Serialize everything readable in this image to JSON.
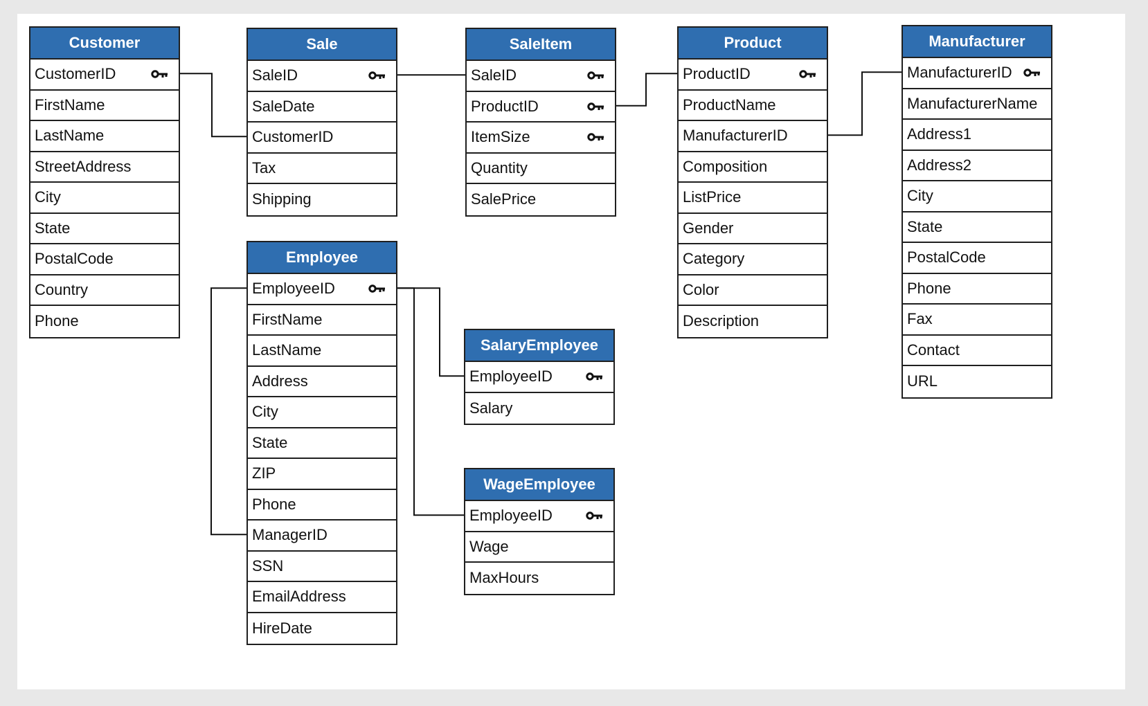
{
  "entities": [
    {
      "id": "customer",
      "name": "Customer",
      "fields": [
        {
          "name": "CustomerID",
          "pk": true
        },
        {
          "name": "FirstName",
          "pk": false
        },
        {
          "name": "LastName",
          "pk": false
        },
        {
          "name": "StreetAddress",
          "pk": false
        },
        {
          "name": "City",
          "pk": false
        },
        {
          "name": "State",
          "pk": false
        },
        {
          "name": "PostalCode",
          "pk": false
        },
        {
          "name": "Country",
          "pk": false
        },
        {
          "name": "Phone",
          "pk": false
        }
      ]
    },
    {
      "id": "sale",
      "name": "Sale",
      "fields": [
        {
          "name": "SaleID",
          "pk": true
        },
        {
          "name": "SaleDate",
          "pk": false
        },
        {
          "name": "CustomerID",
          "pk": false
        },
        {
          "name": "Tax",
          "pk": false
        },
        {
          "name": "Shipping",
          "pk": false
        }
      ]
    },
    {
      "id": "saleitem",
      "name": "SaleItem",
      "fields": [
        {
          "name": "SaleID",
          "pk": true
        },
        {
          "name": "ProductID",
          "pk": true
        },
        {
          "name": "ItemSize",
          "pk": true
        },
        {
          "name": "Quantity",
          "pk": false
        },
        {
          "name": "SalePrice",
          "pk": false
        }
      ]
    },
    {
      "id": "product",
      "name": "Product",
      "fields": [
        {
          "name": "ProductID",
          "pk": true
        },
        {
          "name": "ProductName",
          "pk": false
        },
        {
          "name": "ManufacturerID",
          "pk": false
        },
        {
          "name": "Composition",
          "pk": false
        },
        {
          "name": "ListPrice",
          "pk": false
        },
        {
          "name": "Gender",
          "pk": false
        },
        {
          "name": "Category",
          "pk": false
        },
        {
          "name": "Color",
          "pk": false
        },
        {
          "name": "Description",
          "pk": false
        }
      ]
    },
    {
      "id": "manufacturer",
      "name": "Manufacturer",
      "fields": [
        {
          "name": "ManufacturerID",
          "pk": true
        },
        {
          "name": "ManufacturerName",
          "pk": false
        },
        {
          "name": "Address1",
          "pk": false
        },
        {
          "name": "Address2",
          "pk": false
        },
        {
          "name": "City",
          "pk": false
        },
        {
          "name": "State",
          "pk": false
        },
        {
          "name": "PostalCode",
          "pk": false
        },
        {
          "name": "Phone",
          "pk": false
        },
        {
          "name": "Fax",
          "pk": false
        },
        {
          "name": "Contact",
          "pk": false
        },
        {
          "name": "URL",
          "pk": false
        }
      ]
    },
    {
      "id": "employee",
      "name": "Employee",
      "fields": [
        {
          "name": "EmployeeID",
          "pk": true
        },
        {
          "name": "FirstName",
          "pk": false
        },
        {
          "name": "LastName",
          "pk": false
        },
        {
          "name": "Address",
          "pk": false
        },
        {
          "name": "City",
          "pk": false
        },
        {
          "name": "State",
          "pk": false
        },
        {
          "name": "ZIP",
          "pk": false
        },
        {
          "name": "Phone",
          "pk": false
        },
        {
          "name": "ManagerID",
          "pk": false
        },
        {
          "name": "SSN",
          "pk": false
        },
        {
          "name": "EmailAddress",
          "pk": false
        },
        {
          "name": "HireDate",
          "pk": false
        }
      ]
    },
    {
      "id": "salaryemployee",
      "name": "SalaryEmployee",
      "fields": [
        {
          "name": "EmployeeID",
          "pk": true
        },
        {
          "name": "Salary",
          "pk": false
        }
      ]
    },
    {
      "id": "wageemployee",
      "name": "WageEmployee",
      "fields": [
        {
          "name": "EmployeeID",
          "pk": true
        },
        {
          "name": "Wage",
          "pk": false
        },
        {
          "name": "MaxHours",
          "pk": false
        }
      ]
    }
  ],
  "relationships": [
    {
      "from": "customer.CustomerID",
      "to": "sale.CustomerID"
    },
    {
      "from": "sale.SaleID",
      "to": "saleitem.SaleID"
    },
    {
      "from": "saleitem.ProductID",
      "to": "product.ProductID"
    },
    {
      "from": "product.ManufacturerID",
      "to": "manufacturer.ManufacturerID"
    },
    {
      "from": "employee.EmployeeID",
      "to": "employee.ManagerID"
    },
    {
      "from": "employee.EmployeeID",
      "to": "salaryemployee.EmployeeID"
    },
    {
      "from": "employee.EmployeeID",
      "to": "wageemployee.EmployeeID"
    }
  ],
  "colors": {
    "header_bg": "#2f6eb0",
    "header_text": "#ffffff",
    "border": "#1f1f1f",
    "background": "#e8e8e8"
  },
  "icons": {
    "primary_key": "key-icon"
  }
}
